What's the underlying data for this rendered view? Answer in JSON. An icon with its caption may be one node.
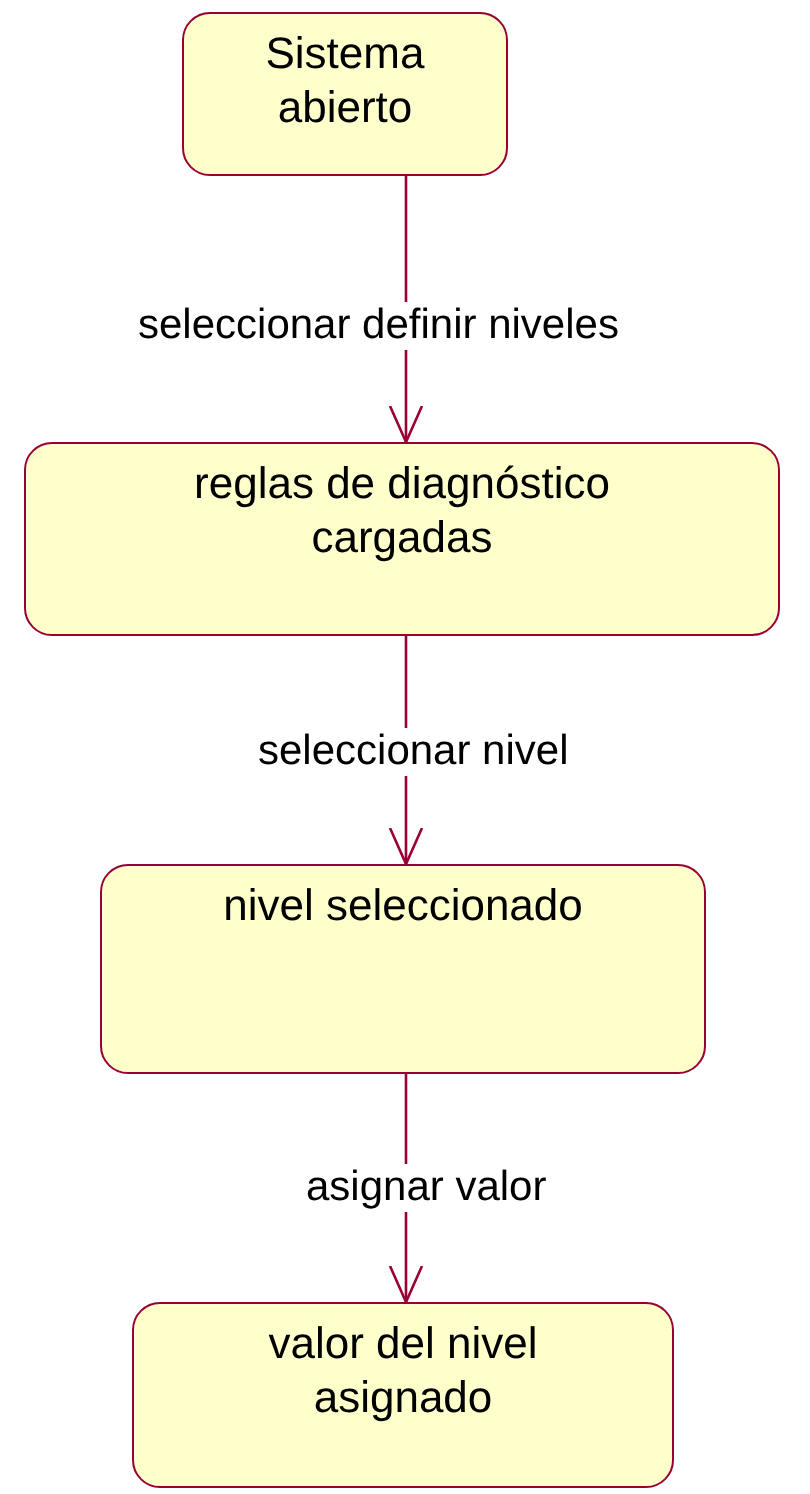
{
  "diagram": {
    "nodes": [
      {
        "text": [
          "Sistema abierto"
        ]
      },
      {
        "text": [
          "reglas de diagnóstico cargadas"
        ]
      },
      {
        "text": [
          "nivel seleccionado"
        ]
      },
      {
        "text": [
          "valor del nivel asignado"
        ]
      }
    ],
    "edges": [
      {
        "from": 0,
        "to": 1,
        "arrow": "to",
        "label": "seleccionar definir niveles"
      },
      {
        "from": 1,
        "to": 2,
        "arrow": "to",
        "label": "seleccionar nivel"
      },
      {
        "from": 2,
        "to": 3,
        "arrow": "to",
        "label": "asignar valor"
      }
    ]
  }
}
